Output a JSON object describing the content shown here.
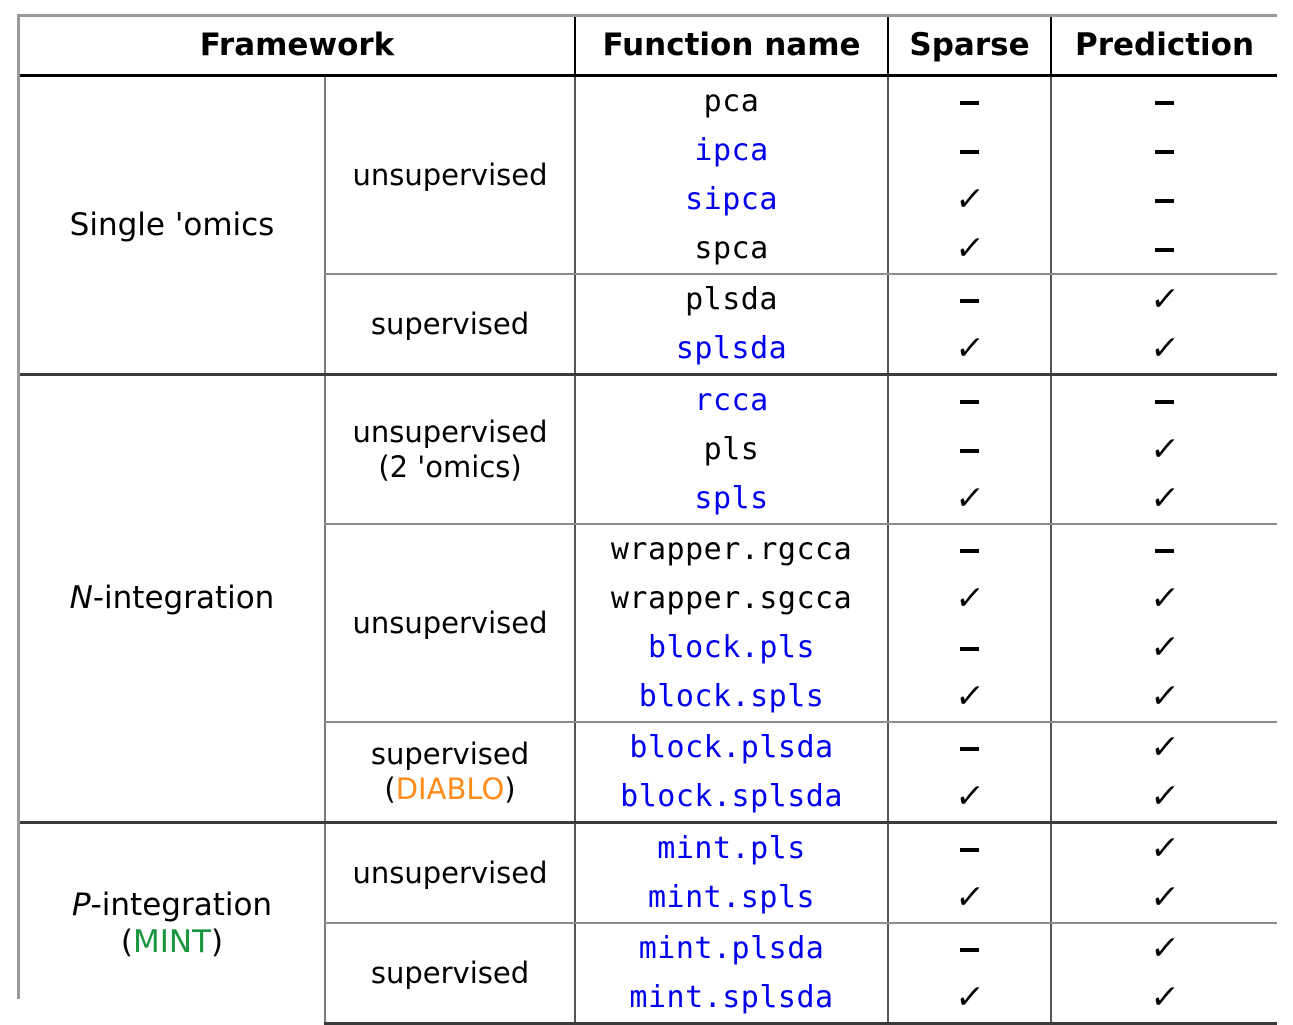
{
  "table": {
    "columns": [
      {
        "key": "framework",
        "label": "Framework"
      },
      {
        "key": "type",
        "label": ""
      },
      {
        "key": "function",
        "label": "Function name"
      },
      {
        "key": "sparse",
        "label": "Sparse"
      },
      {
        "key": "prediction",
        "label": "Prediction"
      }
    ],
    "colors": {
      "function_link": "#0000ee",
      "function_plain": "#000000",
      "diablo": "#ff8c1a",
      "mint": "#1a9641",
      "border_outer": "#9a9a9a",
      "border_section": "#3a3a3a",
      "border_group": "#8d8d8d"
    },
    "marks": {
      "yes": "✓",
      "no": "-"
    },
    "sections": [
      {
        "framework": "Single 'omics",
        "framework_italic_prefix": "",
        "framework_sub": "",
        "groups": [
          {
            "type": "unsupervised",
            "type_sub": "",
            "rows": [
              {
                "function": "pca",
                "blue": false,
                "sparse": "-",
                "prediction": "-"
              },
              {
                "function": "ipca",
                "blue": true,
                "sparse": "-",
                "prediction": "-"
              },
              {
                "function": "sipca",
                "blue": true,
                "sparse": "✓",
                "prediction": "-"
              },
              {
                "function": "spca",
                "blue": false,
                "sparse": "✓",
                "prediction": "-"
              }
            ]
          },
          {
            "type": "supervised",
            "type_sub": "",
            "rows": [
              {
                "function": "plsda",
                "blue": false,
                "sparse": "-",
                "prediction": "✓"
              },
              {
                "function": "splsda",
                "blue": true,
                "sparse": "✓",
                "prediction": "✓"
              }
            ]
          }
        ]
      },
      {
        "framework": "-integration",
        "framework_italic_prefix": "N",
        "framework_sub": "",
        "groups": [
          {
            "type": "unsupervised",
            "type_sub": "(2 'omics)",
            "rows": [
              {
                "function": "rcca",
                "blue": true,
                "sparse": "-",
                "prediction": "-"
              },
              {
                "function": "pls",
                "blue": false,
                "sparse": "-",
                "prediction": "✓"
              },
              {
                "function": "spls",
                "blue": true,
                "sparse": "✓",
                "prediction": "✓"
              }
            ]
          },
          {
            "type": "unsupervised",
            "type_sub": "",
            "rows": [
              {
                "function": "wrapper.rgcca",
                "blue": false,
                "sparse": "-",
                "prediction": "-"
              },
              {
                "function": "wrapper.sgcca",
                "blue": false,
                "sparse": "✓",
                "prediction": "✓"
              },
              {
                "function": "block.pls",
                "blue": true,
                "sparse": "-",
                "prediction": "✓"
              },
              {
                "function": "block.spls",
                "blue": true,
                "sparse": "✓",
                "prediction": "✓"
              }
            ]
          },
          {
            "type": "supervised",
            "type_sub": "(DIABLO)",
            "type_sub_acronym": "DIABLO",
            "type_sub_color": "diablo",
            "rows": [
              {
                "function": "block.plsda",
                "blue": true,
                "sparse": "-",
                "prediction": "✓"
              },
              {
                "function": "block.splsda",
                "blue": true,
                "sparse": "✓",
                "prediction": "✓"
              }
            ]
          }
        ]
      },
      {
        "framework": "-integration",
        "framework_italic_prefix": "P",
        "framework_sub": "(MINT)",
        "framework_sub_acronym": "MINT",
        "framework_sub_color": "mint",
        "groups": [
          {
            "type": "unsupervised",
            "type_sub": "",
            "rows": [
              {
                "function": "mint.pls",
                "blue": true,
                "sparse": "-",
                "prediction": "✓"
              },
              {
                "function": "mint.spls",
                "blue": true,
                "sparse": "✓",
                "prediction": "✓"
              }
            ]
          },
          {
            "type": "supervised",
            "type_sub": "",
            "rows": [
              {
                "function": "mint.plsda",
                "blue": true,
                "sparse": "-",
                "prediction": "✓"
              },
              {
                "function": "mint.splsda",
                "blue": true,
                "sparse": "✓",
                "prediction": "✓"
              }
            ]
          }
        ]
      }
    ]
  }
}
